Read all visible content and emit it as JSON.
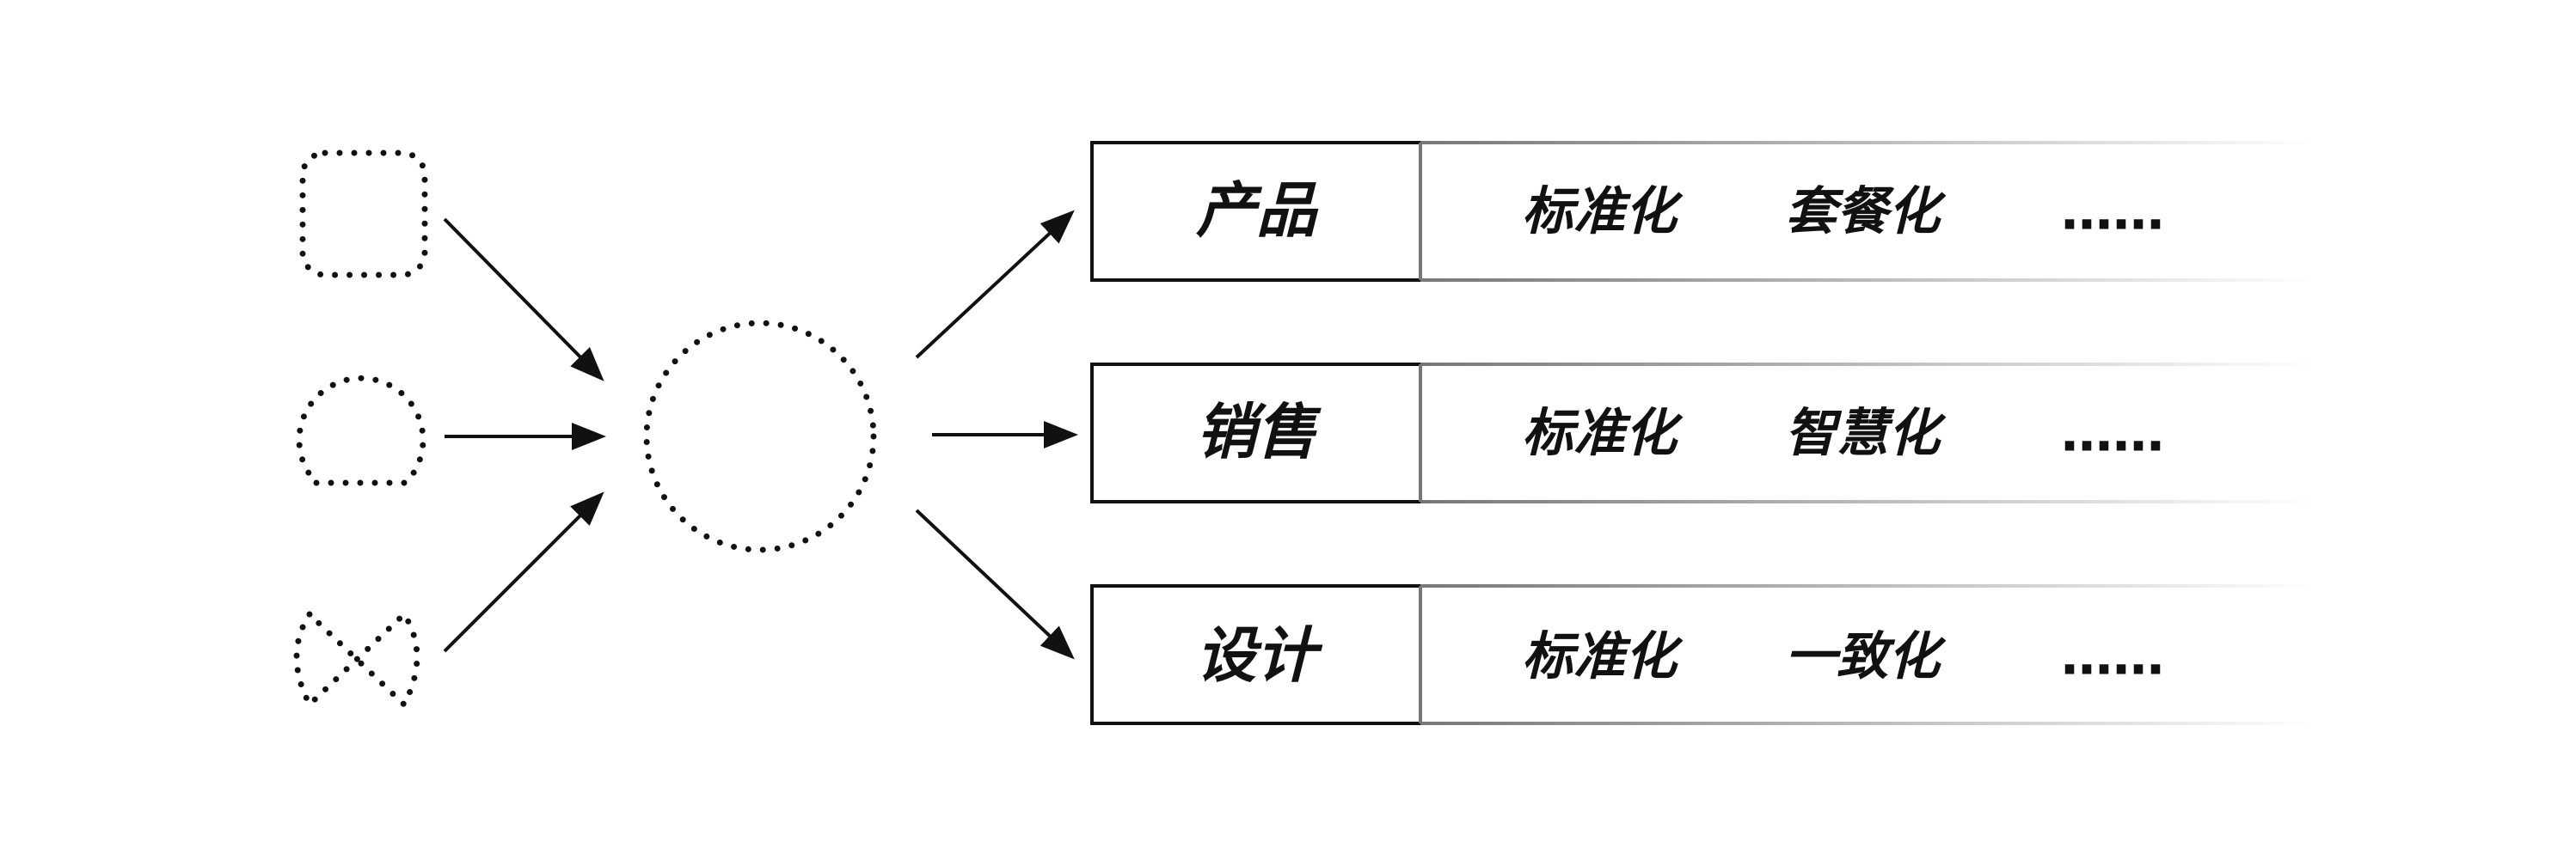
{
  "colors": {
    "ink": "#111111",
    "background": "#ffffff",
    "divider": "#777777"
  },
  "inputs": [
    {
      "shape": "rounded-square"
    },
    {
      "shape": "dome"
    },
    {
      "shape": "bowtie"
    }
  ],
  "hub": {
    "shape": "circle"
  },
  "rows": [
    {
      "label": "产品",
      "items": [
        "标准化",
        "套餐化"
      ],
      "ellipsis": "……"
    },
    {
      "label": "销售",
      "items": [
        "标准化",
        "智慧化"
      ],
      "ellipsis": "……"
    },
    {
      "label": "设计",
      "items": [
        "标准化",
        "一致化"
      ],
      "ellipsis": "……"
    }
  ]
}
